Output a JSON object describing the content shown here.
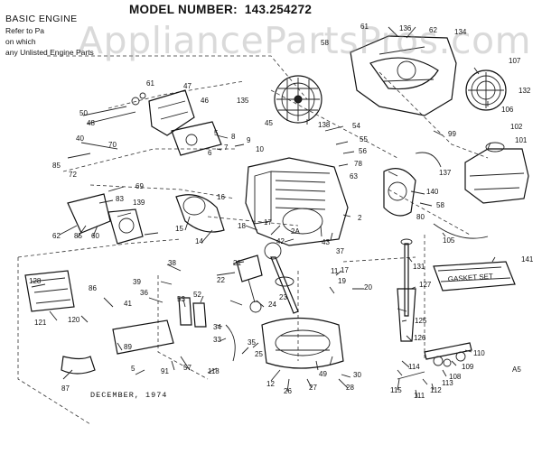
{
  "header": {
    "model_label": "MODEL NUMBER:",
    "model_number": "143.254272",
    "section": "BASIC ENGINE",
    "note_lines": [
      "Refer to Pa",
      "on which",
      "any Unlisted Engine Parts"
    ]
  },
  "watermark": "AppliancePartsPros.com",
  "footer": {
    "date": "DECEMBER, 1974",
    "code": "A5"
  },
  "gasket_set_label": "GASKET SET",
  "callouts": [
    {
      "id": "c1",
      "text": "61"
    },
    {
      "id": "c2",
      "text": "136"
    },
    {
      "id": "c3",
      "text": "62"
    },
    {
      "id": "c4",
      "text": "134"
    },
    {
      "id": "c5",
      "text": "58"
    },
    {
      "id": "c6",
      "text": "107"
    },
    {
      "id": "c7",
      "text": "132"
    },
    {
      "id": "c8",
      "text": "106"
    },
    {
      "id": "c9",
      "text": "61"
    },
    {
      "id": "c10",
      "text": "47"
    },
    {
      "id": "c11",
      "text": "50"
    },
    {
      "id": "c12",
      "text": "48"
    },
    {
      "id": "c13",
      "text": "135"
    },
    {
      "id": "c14",
      "text": "46"
    },
    {
      "id": "c15",
      "text": "45"
    },
    {
      "id": "c16",
      "text": "138"
    },
    {
      "id": "c17",
      "text": "54"
    },
    {
      "id": "c18",
      "text": "99"
    },
    {
      "id": "c19",
      "text": "102"
    },
    {
      "id": "c20",
      "text": "101"
    },
    {
      "id": "c21",
      "text": "40"
    },
    {
      "id": "c22",
      "text": "70"
    },
    {
      "id": "c23",
      "text": "85"
    },
    {
      "id": "c24",
      "text": "72"
    },
    {
      "id": "c25",
      "text": "5"
    },
    {
      "id": "c26",
      "text": "8"
    },
    {
      "id": "c27",
      "text": "9"
    },
    {
      "id": "c28",
      "text": "10"
    },
    {
      "id": "c29",
      "text": "7"
    },
    {
      "id": "c30",
      "text": "6"
    },
    {
      "id": "c31",
      "text": "55"
    },
    {
      "id": "c32",
      "text": "56"
    },
    {
      "id": "c33",
      "text": "78"
    },
    {
      "id": "c34",
      "text": "63"
    },
    {
      "id": "c35",
      "text": "137"
    },
    {
      "id": "c36",
      "text": "69"
    },
    {
      "id": "c37",
      "text": "83"
    },
    {
      "id": "c38",
      "text": "139"
    },
    {
      "id": "c39",
      "text": "16"
    },
    {
      "id": "c40",
      "text": "15"
    },
    {
      "id": "c41",
      "text": "140"
    },
    {
      "id": "c42",
      "text": "58"
    },
    {
      "id": "c43",
      "text": "80"
    },
    {
      "id": "c44",
      "text": "62"
    },
    {
      "id": "c45",
      "text": "85"
    },
    {
      "id": "c46",
      "text": "60"
    },
    {
      "id": "c47",
      "text": "14"
    },
    {
      "id": "c48",
      "text": "18"
    },
    {
      "id": "c49",
      "text": "17"
    },
    {
      "id": "c50",
      "text": "2A"
    },
    {
      "id": "c51",
      "text": "42"
    },
    {
      "id": "c52",
      "text": "43"
    },
    {
      "id": "c53",
      "text": "37"
    },
    {
      "id": "c54",
      "text": "2"
    },
    {
      "id": "c55",
      "text": "105"
    },
    {
      "id": "c56",
      "text": "131"
    },
    {
      "id": "c57",
      "text": "141"
    },
    {
      "id": "c58",
      "text": "38"
    },
    {
      "id": "c59",
      "text": "21"
    },
    {
      "id": "c60",
      "text": "39"
    },
    {
      "id": "c61",
      "text": "22"
    },
    {
      "id": "c62",
      "text": "11"
    },
    {
      "id": "c63",
      "text": "17"
    },
    {
      "id": "c64",
      "text": "19"
    },
    {
      "id": "c65",
      "text": "20"
    },
    {
      "id": "c66",
      "text": "127"
    },
    {
      "id": "c67",
      "text": "128"
    },
    {
      "id": "c68",
      "text": "36"
    },
    {
      "id": "c69",
      "text": "41"
    },
    {
      "id": "c70",
      "text": "23"
    },
    {
      "id": "c71",
      "text": "24"
    },
    {
      "id": "c72",
      "text": "125"
    },
    {
      "id": "c73",
      "text": "121"
    },
    {
      "id": "c74",
      "text": "120"
    },
    {
      "id": "c75",
      "text": "86"
    },
    {
      "id": "c76",
      "text": "53"
    },
    {
      "id": "c77",
      "text": "52"
    },
    {
      "id": "c78",
      "text": "34"
    },
    {
      "id": "c79",
      "text": "126"
    },
    {
      "id": "c80",
      "text": "89"
    },
    {
      "id": "c81",
      "text": "33"
    },
    {
      "id": "c82",
      "text": "35"
    },
    {
      "id": "c83",
      "text": "57"
    },
    {
      "id": "c84",
      "text": "25"
    },
    {
      "id": "c85",
      "text": "49"
    },
    {
      "id": "c86",
      "text": "110"
    },
    {
      "id": "c87",
      "text": "109"
    },
    {
      "id": "c88",
      "text": "108"
    },
    {
      "id": "c89",
      "text": "87"
    },
    {
      "id": "c90",
      "text": "91"
    },
    {
      "id": "c91",
      "text": "118"
    },
    {
      "id": "c92",
      "text": "12"
    },
    {
      "id": "c93",
      "text": "26"
    },
    {
      "id": "c94",
      "text": "27"
    },
    {
      "id": "c95",
      "text": "28"
    },
    {
      "id": "c96",
      "text": "30"
    },
    {
      "id": "c97",
      "text": "114"
    },
    {
      "id": "c98",
      "text": "115"
    },
    {
      "id": "c99",
      "text": "112"
    },
    {
      "id": "c100",
      "text": "113"
    },
    {
      "id": "c101",
      "text": "111"
    },
    {
      "id": "c102",
      "text": "5"
    }
  ]
}
